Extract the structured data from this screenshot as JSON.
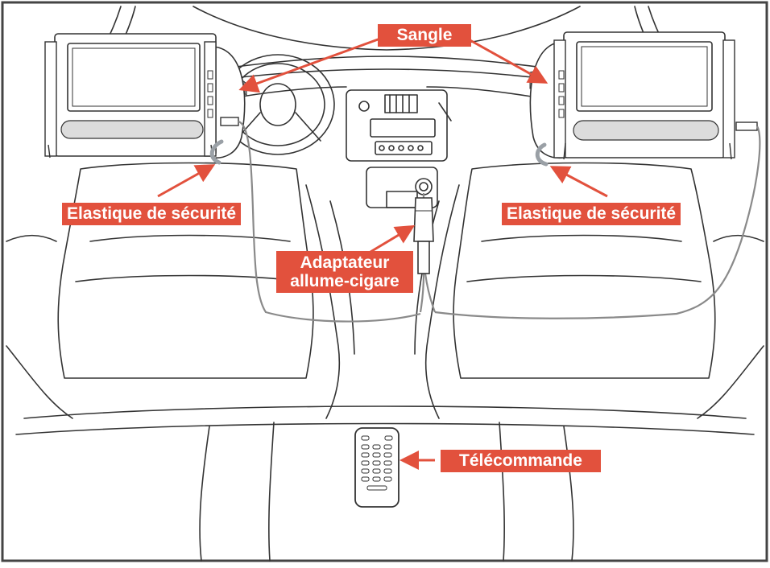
{
  "labels": {
    "strap": "Sangle",
    "safety_left": "Elastique de sécurité",
    "safety_right": "Elastique de sécurité",
    "adapter_line1": "Adaptateur",
    "adapter_line2": "allume-cigare",
    "remote": "Télécommande"
  },
  "colors": {
    "label_bg": "#e2513d",
    "label_text": "#ffffff",
    "line": "#333333",
    "strap": "#8c8c8c",
    "cable": "#8a8a8a",
    "elastic": "#9aa0a6"
  },
  "icons": {
    "screens": "portable-dvd-player-icon",
    "remote": "remote-control-icon",
    "adapter": "cigarette-lighter-plug-icon"
  }
}
